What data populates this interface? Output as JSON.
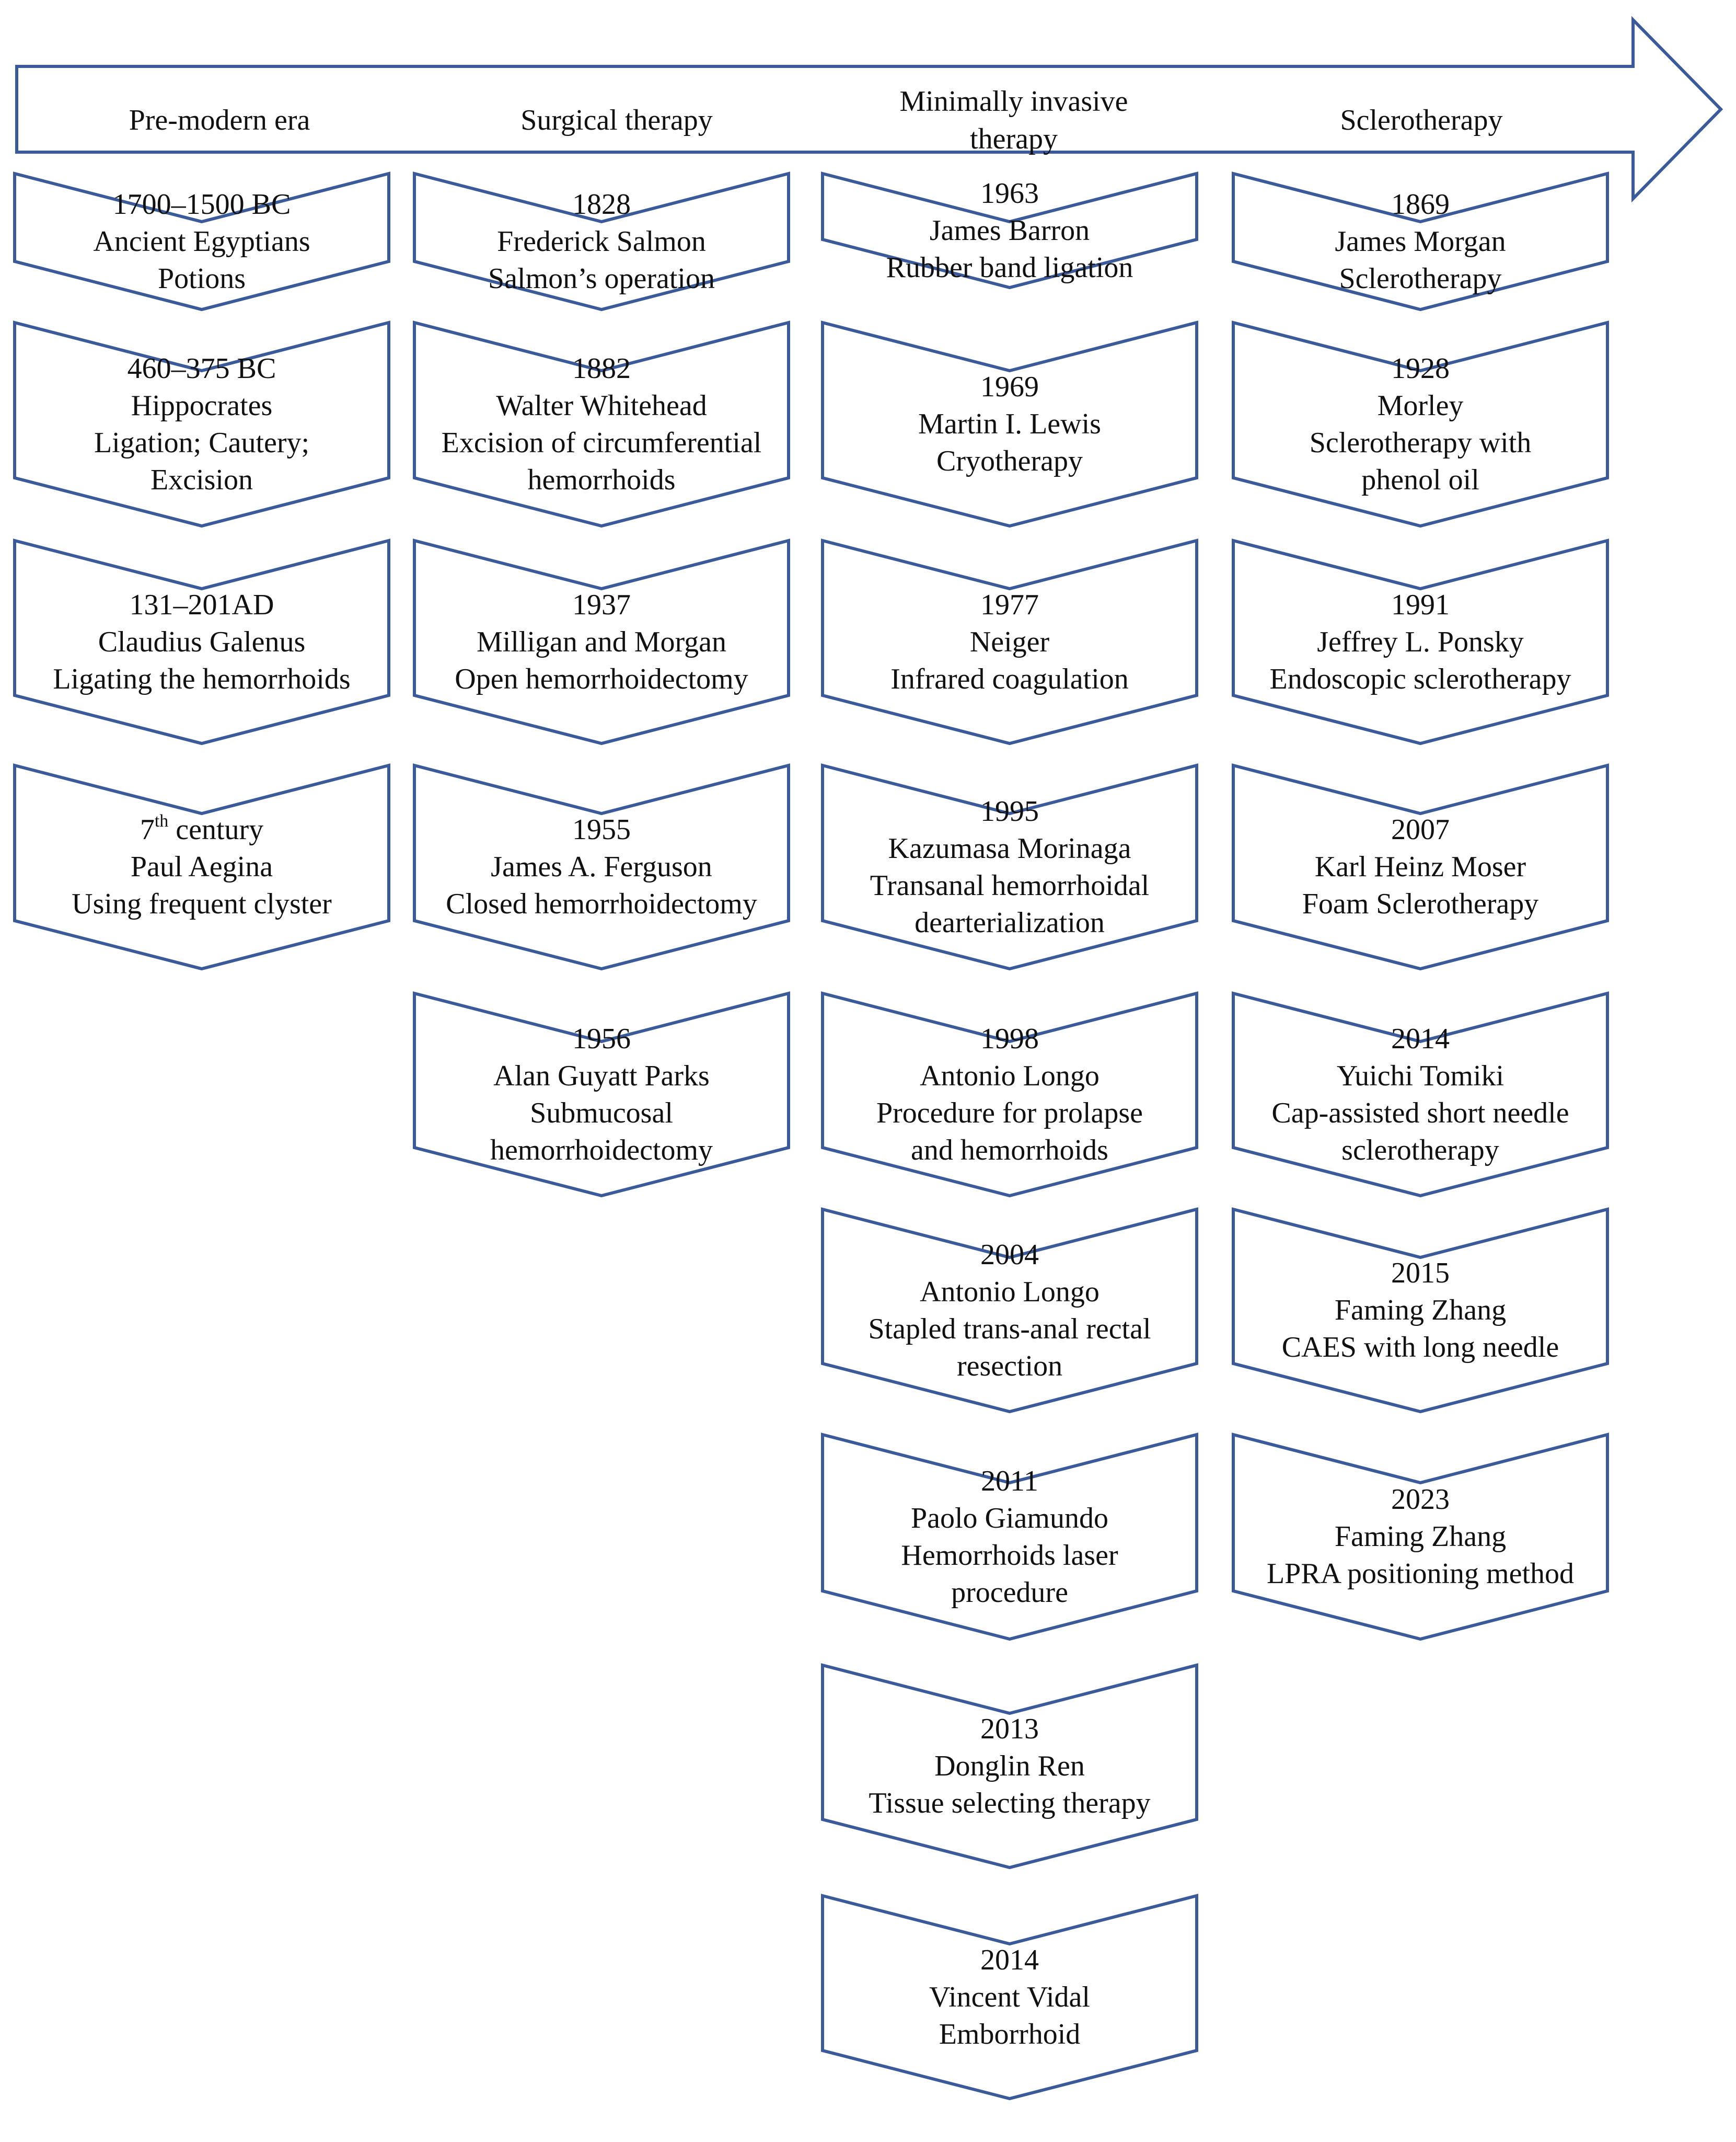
{
  "colors": {
    "stroke": "#3b5a9a",
    "text": "#111111",
    "background": "#ffffff"
  },
  "eras": [
    {
      "id": "pre-modern",
      "title": "Pre-modern era",
      "events": [
        {
          "year": "1700–1500 BC",
          "person": "Ancient Egyptians",
          "method": "Potions"
        },
        {
          "year": "460–375 BC",
          "person": "Hippocrates",
          "method": "Ligation; Cautery;\nExcision"
        },
        {
          "year": "131–201AD",
          "person": "Claudius Galenus",
          "method": "Ligating the hemorrhoids"
        },
        {
          "year": "7",
          "year_sup": "th",
          "year_suffix": " century",
          "person": "Paul Aegina",
          "method": "Using frequent clyster"
        }
      ]
    },
    {
      "id": "surgical",
      "title": "Surgical therapy",
      "events": [
        {
          "year": "1828",
          "person": "Frederick Salmon",
          "method": "Salmon’s operation"
        },
        {
          "year": "1882",
          "person": "Walter Whitehead",
          "method": "Excision of circumferential\nhemorrhoids"
        },
        {
          "year": "1937",
          "person": "Milligan and Morgan",
          "method": "Open hemorrhoidectomy"
        },
        {
          "year": "1955",
          "person": "James A. Ferguson",
          "method": "Closed hemorrhoidectomy"
        },
        {
          "year": "1956",
          "person": "Alan Guyatt Parks",
          "method": "Submucosal\nhemorrhoidectomy"
        }
      ]
    },
    {
      "id": "minimally-invasive",
      "title": "Minimally invasive\ntherapy",
      "events": [
        {
          "year": "1963",
          "person": "James Barron",
          "method": "Rubber band ligation"
        },
        {
          "year": "1969",
          "person": "Martin I. Lewis",
          "method": "Cryotherapy"
        },
        {
          "year": "1977",
          "person": "Neiger",
          "method": "Infrared coagulation"
        },
        {
          "year": "1995",
          "person": "Kazumasa Morinaga",
          "method": "Transanal hemorrhoidal\ndearterialization"
        },
        {
          "year": "1998",
          "person": "Antonio Longo",
          "method": "Procedure for prolapse\nand hemorrhoids"
        },
        {
          "year": "2004",
          "person": "Antonio Longo",
          "method": "Stapled trans-anal rectal\nresection"
        },
        {
          "year": "2011",
          "person": "Paolo Giamundo",
          "method": "Hemorrhoids laser\nprocedure"
        },
        {
          "year": "2013",
          "person": "Donglin Ren",
          "method": "Tissue selecting therapy"
        },
        {
          "year": "2014",
          "person": "Vincent Vidal",
          "method": "Emborrhoid"
        }
      ]
    },
    {
      "id": "sclerotherapy",
      "title": "Sclerotherapy",
      "events": [
        {
          "year": "1869",
          "person": "James Morgan",
          "method": "Sclerotherapy"
        },
        {
          "year": "1928",
          "person": "Morley",
          "method": "Sclerotherapy with\nphenol oil"
        },
        {
          "year": "1991",
          "person": "Jeffrey L. Ponsky",
          "method": "Endoscopic sclerotherapy"
        },
        {
          "year": "2007",
          "person": "Karl Heinz Moser",
          "method": "Foam Sclerotherapy"
        },
        {
          "year": "2014",
          "person": "Yuichi Tomiki",
          "method": "Cap-assisted short needle\nsclerotherapy"
        },
        {
          "year": "2015",
          "person": "Faming Zhang",
          "method": "CAES with long needle"
        },
        {
          "year": "2023",
          "person": "Faming Zhang",
          "method": "LPRA positioning method"
        }
      ]
    }
  ]
}
